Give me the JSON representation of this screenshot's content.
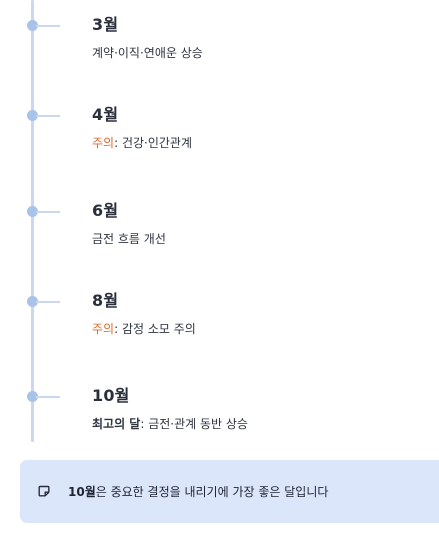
{
  "timeline": {
    "entries": [
      {
        "month": "3월",
        "prefix": "",
        "text": "계약·이직·연애운 상승"
      },
      {
        "month": "4월",
        "prefix": "주의",
        "text": ": 건강·인간관계"
      },
      {
        "month": "6월",
        "prefix": "",
        "text": "금전 흐름 개선"
      },
      {
        "month": "8월",
        "prefix": "주의",
        "text": ": 감정 소모 주의"
      },
      {
        "month": "10월",
        "prefix": "최고의 달",
        "text": ": 금전·관계 동반 상승"
      }
    ]
  },
  "note": {
    "icon": "note-icon",
    "highlight": "10월",
    "text": "은 중요한 결정을 내리기에 가장 좋은 달입니다"
  },
  "colors": {
    "warning": "#e0692b",
    "timeline_line": "#c9d7ef",
    "dot": "#a9c2ea",
    "note_background": "#dbe6fb"
  }
}
